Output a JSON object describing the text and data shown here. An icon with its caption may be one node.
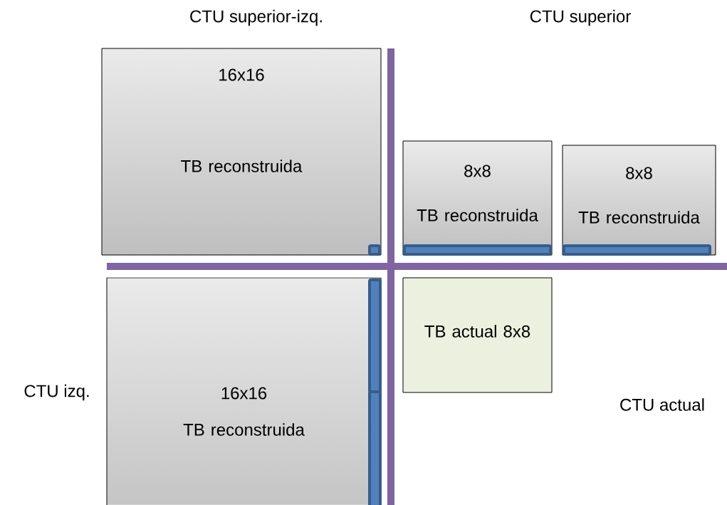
{
  "diagram": {
    "nodes": [
      {
        "text": [
          "16x16",
          "TB reconstruida"
        ]
      },
      {
        "text": [
          "8x8",
          "TB reconstruida"
        ]
      },
      {
        "text": [
          "8x8",
          "TB reconstruida"
        ]
      },
      {
        "text": [
          "TB actual 8x8"
        ]
      },
      {
        "text": [
          "16x16",
          "TB reconstruida"
        ]
      }
    ],
    "labels": [
      "CTU superior-izq.",
      "CTU superior",
      "CTU izq.",
      "CTU actual"
    ]
  }
}
